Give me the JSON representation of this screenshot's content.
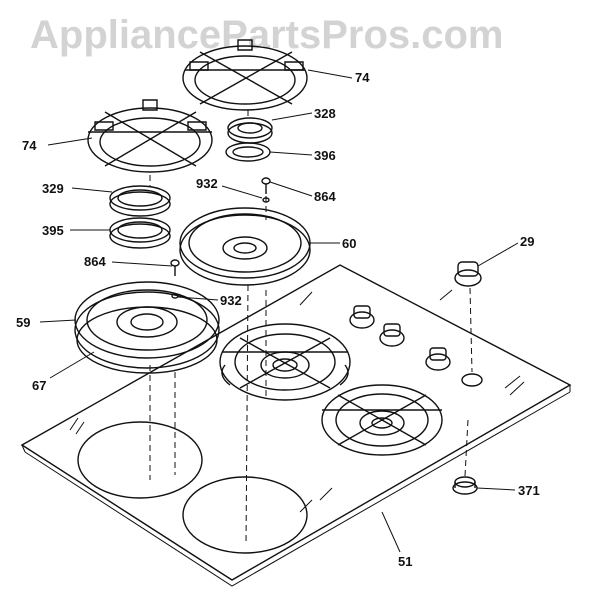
{
  "watermark": "AppliancePartsPros.com",
  "callouts": {
    "p74a": "74",
    "p74b": "74",
    "p328": "328",
    "p396": "396",
    "p329": "329",
    "p932a": "932",
    "p864a": "864",
    "p395": "395",
    "p60": "60",
    "p29": "29",
    "p864b": "864",
    "p932b": "932",
    "p59": "59",
    "p67": "67",
    "p371": "371",
    "p51": "51"
  }
}
